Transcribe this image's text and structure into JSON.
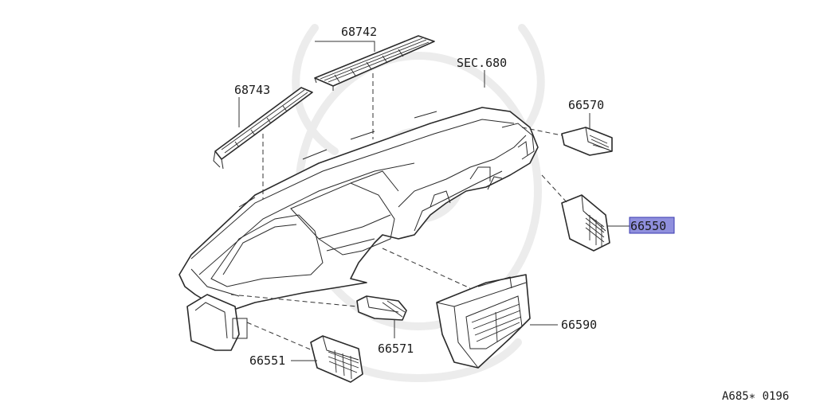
{
  "labels": {
    "p68742": "68742",
    "p68743": "68743",
    "sec": "SEC.680",
    "p66570": "66570",
    "p66550": "66550",
    "p66590": "66590",
    "p66571": "66571",
    "p66551": "66551"
  },
  "highlight_color": "#8f8fdd",
  "diagram_code": "A685∗ 0196"
}
